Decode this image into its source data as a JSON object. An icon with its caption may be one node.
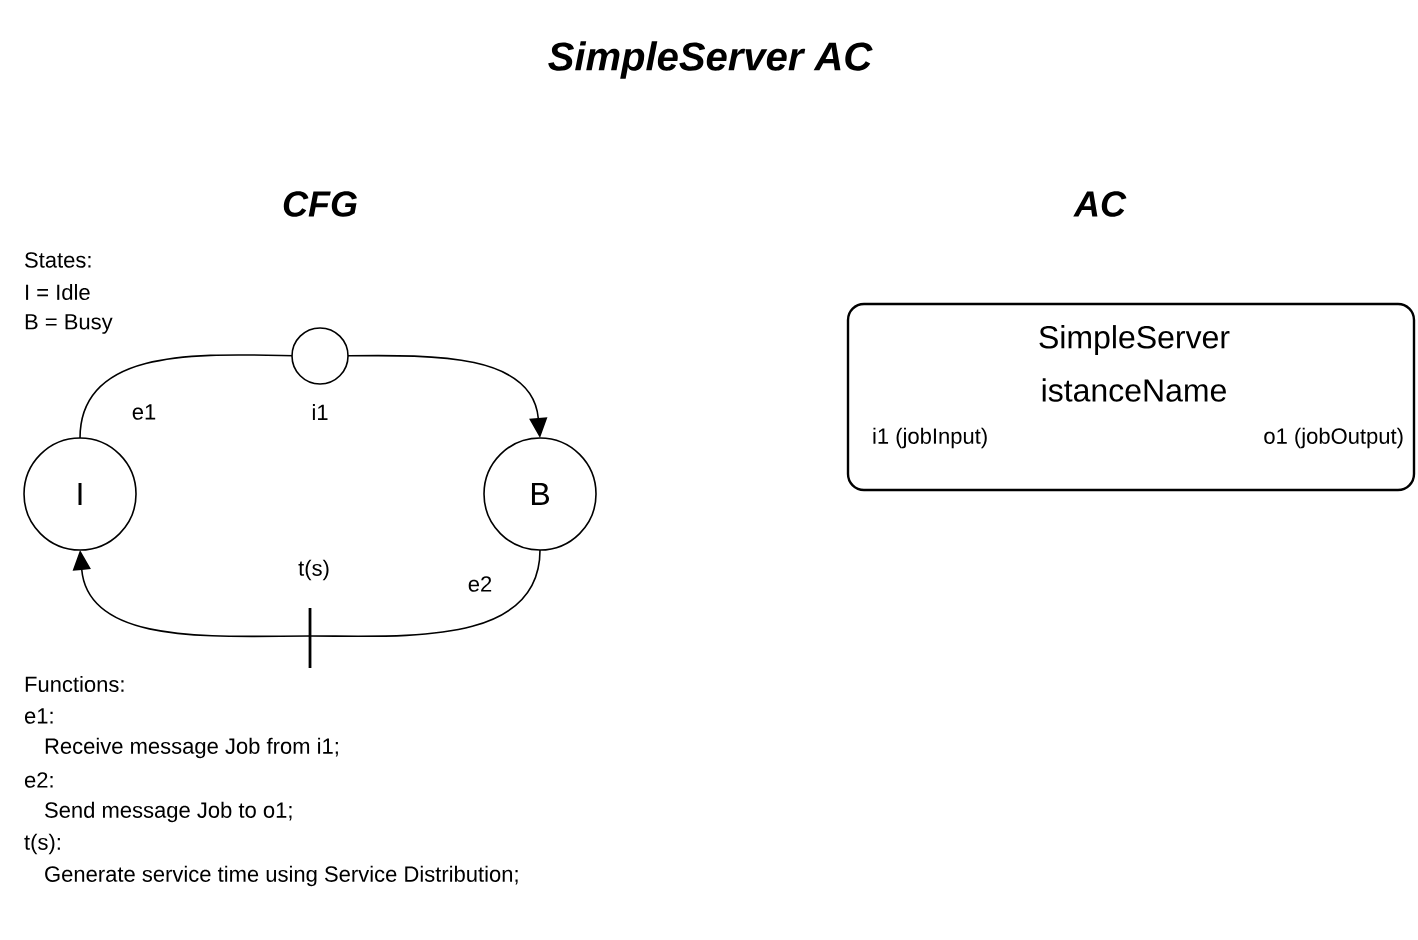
{
  "diagram": {
    "title": "SimpleServer AC",
    "nodes": [
      {
        "text": [
          "I"
        ]
      },
      {
        "text": [
          "B"
        ]
      },
      {
        "text": [
          "SimpleServer",
          "istanceName",
          "i1 (jobInput)",
          "o1 (jobOutput)"
        ]
      }
    ],
    "edges": [
      {
        "from": 0,
        "to": 1,
        "arrow": "to",
        "label": "i1"
      },
      {
        "from": 1,
        "to": 0,
        "arrow": "to",
        "label": "t(s)"
      }
    ],
    "labels": [
      "CFG",
      "AC",
      "States:",
      "I = Idle",
      "B = Busy",
      "e1",
      "e2",
      "Functions:",
      "e1:",
      "Receive message Job from i1;",
      "e2:",
      "Send message Job to o1;",
      "t(s):",
      "Generate service time using Service Distribution;"
    ]
  }
}
